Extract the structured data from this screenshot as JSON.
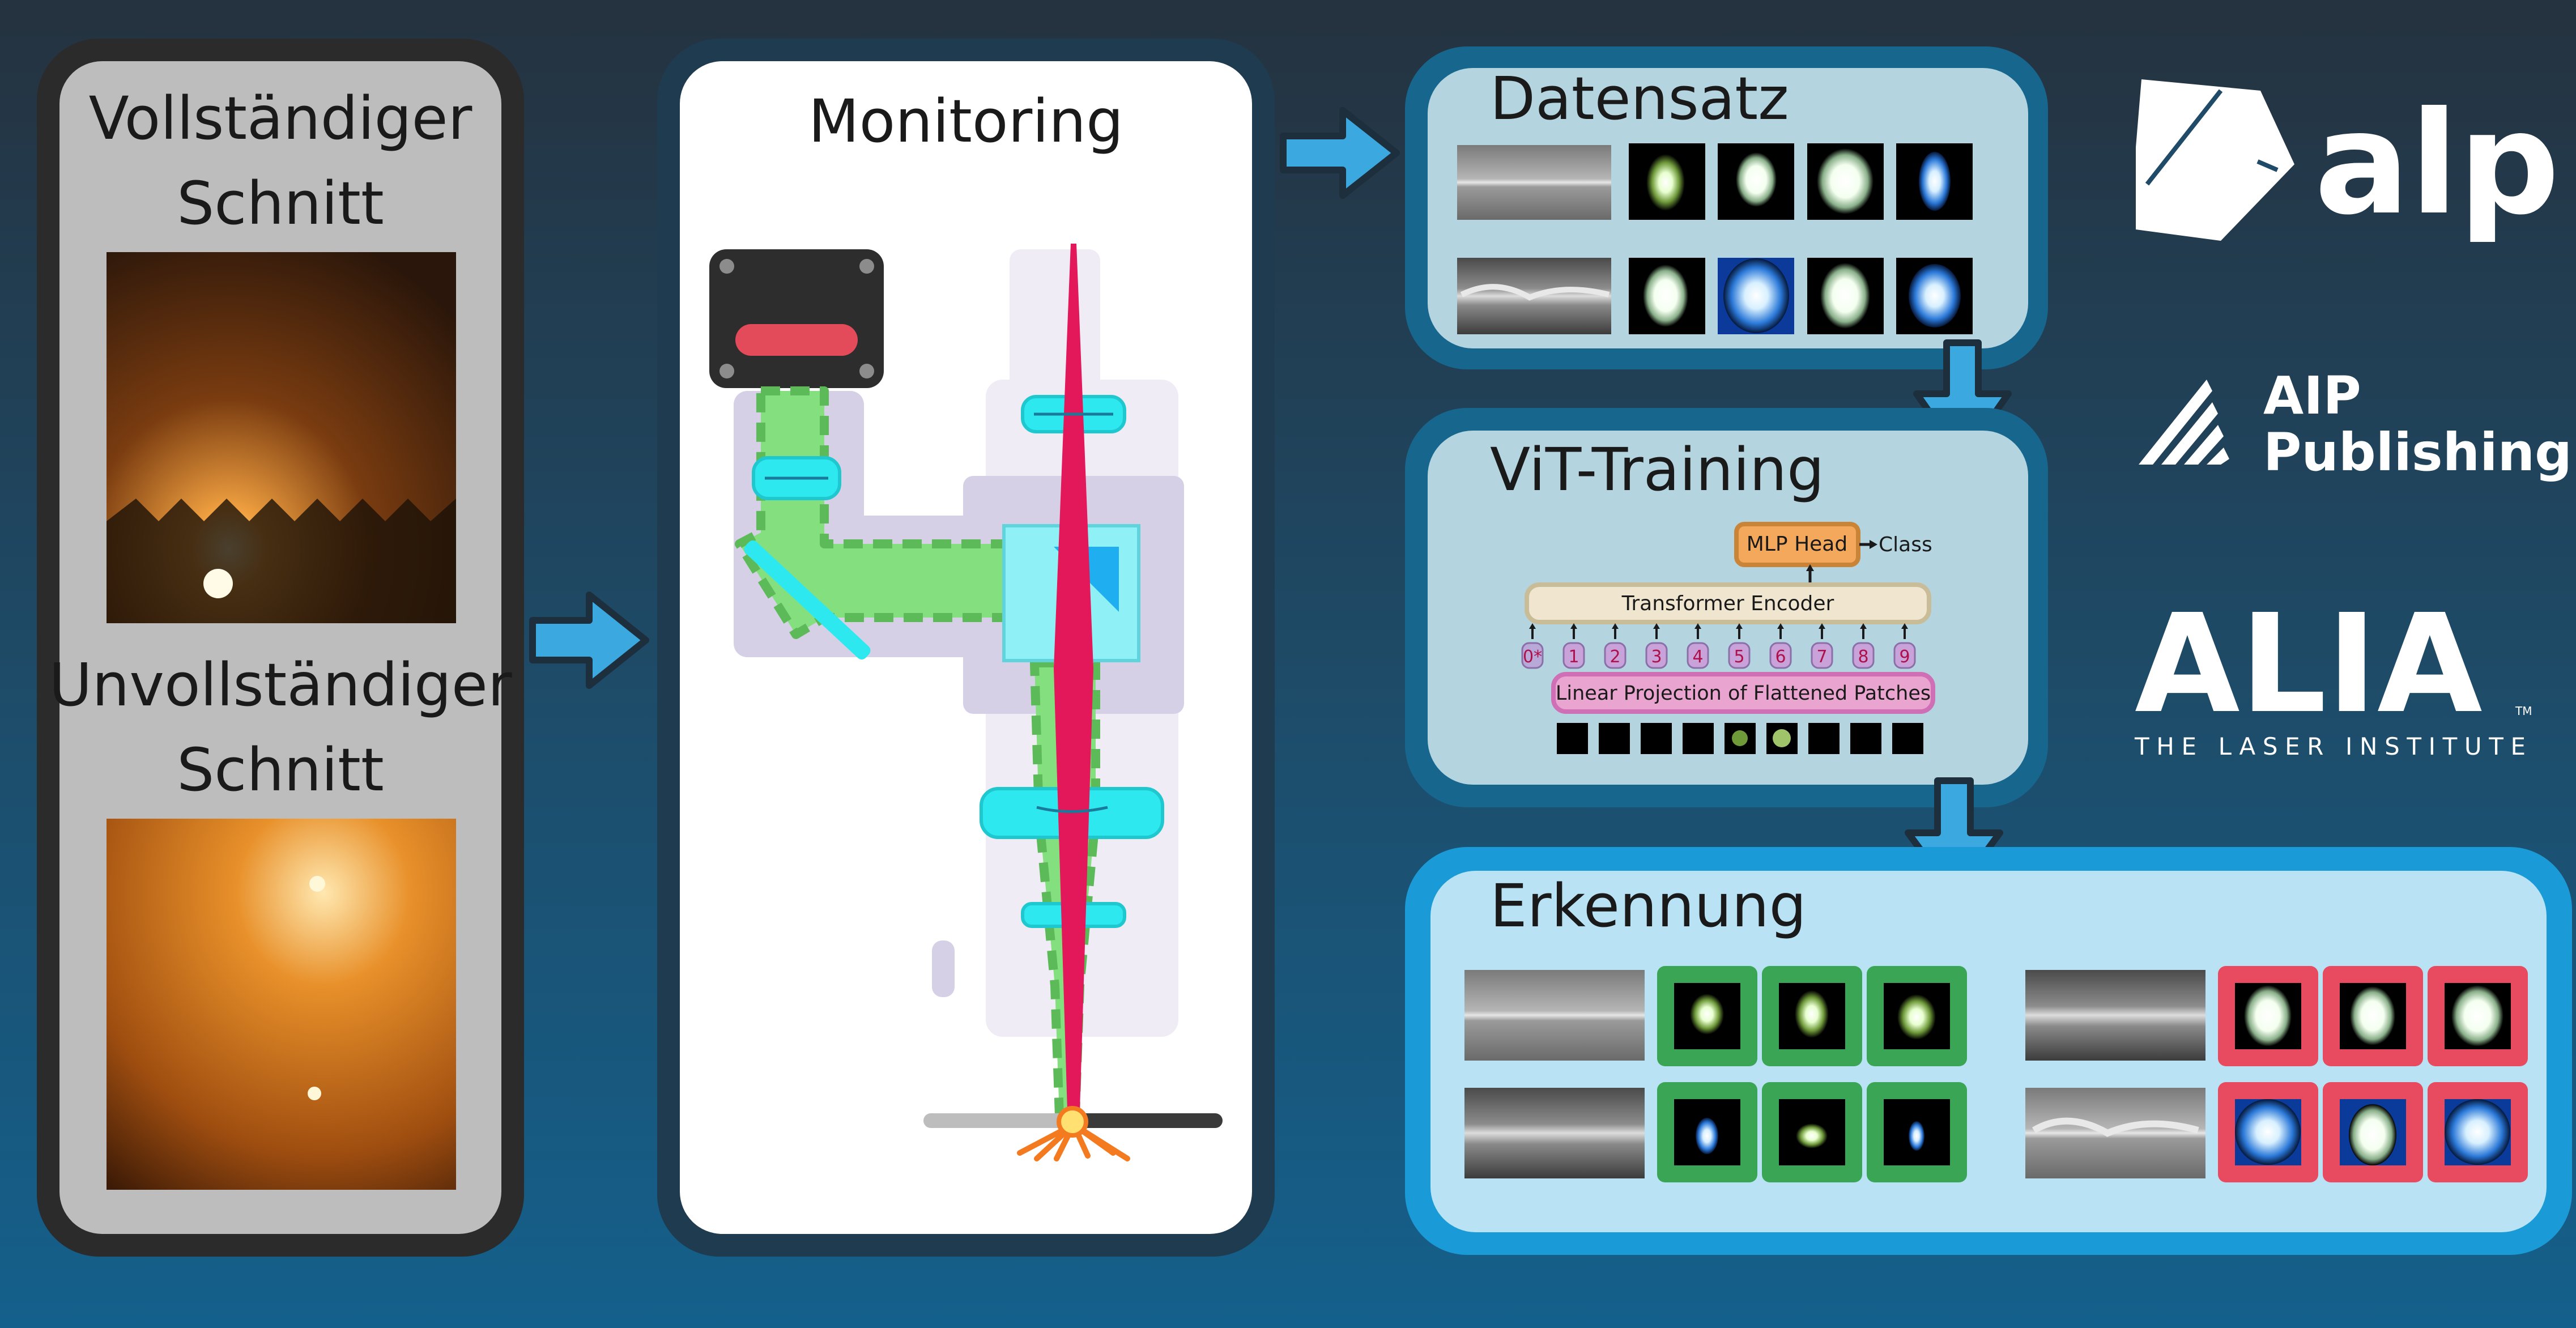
{
  "panels": {
    "cut": {
      "complete_title_line1": "Vollständiger",
      "complete_title_line2": "Schnitt",
      "incomplete_title_line1": "Unvollständiger",
      "incomplete_title_line2": "Schnitt"
    },
    "monitoring": {
      "title": "Monitoring"
    },
    "dataset": {
      "title": "Datensatz"
    },
    "vit": {
      "title": "ViT-Training",
      "mlp_head": "MLP Head",
      "class_label": "Class",
      "encoder": "Transformer Encoder",
      "projection": "Linear Projection of Flattened Patches",
      "tokens": [
        "0*",
        "1",
        "2",
        "3",
        "4",
        "5",
        "6",
        "7",
        "8",
        "9"
      ]
    },
    "detection": {
      "title": "Erkennung"
    }
  },
  "logos": {
    "alp": "alp",
    "aip_line1": "AIP",
    "aip_line2": "Publishing",
    "alia": "ALIA",
    "alia_tm": "TM",
    "alia_tagline": "THE LASER INSTITUTE"
  },
  "colors": {
    "arrow": "#3ba9e0",
    "good": "#3aa655",
    "bad": "#e84a5f",
    "laser": "#e3185a",
    "lens": "#2ee8f0",
    "beam_green": "#84e07e",
    "token": "#e9a5cf",
    "mlp": "#f4a85c",
    "encoder": "#f0e6cf"
  }
}
